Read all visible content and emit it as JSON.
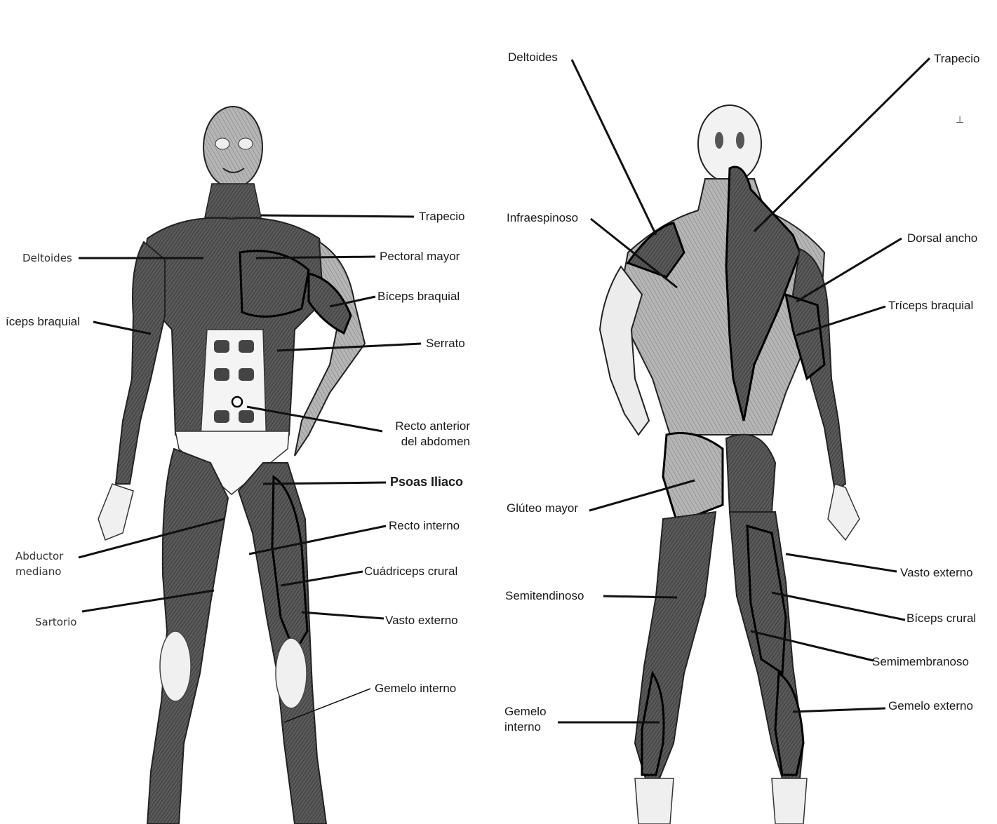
{
  "front": {
    "labels": {
      "trapecio": "Trapecio",
      "deltoides": "Deltoides",
      "pectoral_mayor": "Pectoral mayor",
      "biceps_braquial_right": "Bíceps braquial",
      "triceps_braquial_left": "íceps braquial",
      "serrato": "Serrato",
      "recto_anterior_l1": "Recto anterior",
      "recto_anterior_l2": "del abdomen",
      "psoas_iliaco": "Psoas Iliaco",
      "recto_interno": "Recto interno",
      "abductor_l1": "Abductor",
      "abductor_l2": "mediano",
      "cuadriceps_crural": "Cuádriceps crural",
      "sartorio": "Sartorio",
      "vasto_externo": "Vasto externo",
      "gemelo_interno": "Gemelo interno"
    }
  },
  "back": {
    "labels": {
      "deltoides": "Deltoides",
      "trapecio": "Trapecio",
      "infraespinoso": "Infraespinoso",
      "dorsal_ancho": "Dorsal ancho",
      "triceps_braquial": "Tríceps braquial",
      "gluteo_mayor": "Glúteo mayor",
      "vasto_externo": "Vasto externo",
      "semitendinoso": "Semitendinoso",
      "biceps_crural": "Bíceps crural",
      "semimembranoso": "Semimembranoso",
      "gemelo_externo": "Gemelo externo",
      "gemelo_interno_l1": "Gemelo",
      "gemelo_interno_l2": "interno"
    }
  },
  "colors": {
    "muscle": "#4a4a4a",
    "muscle_dark": "#2b2b2b",
    "skin": "#f2f2f2",
    "line": "#111111"
  }
}
